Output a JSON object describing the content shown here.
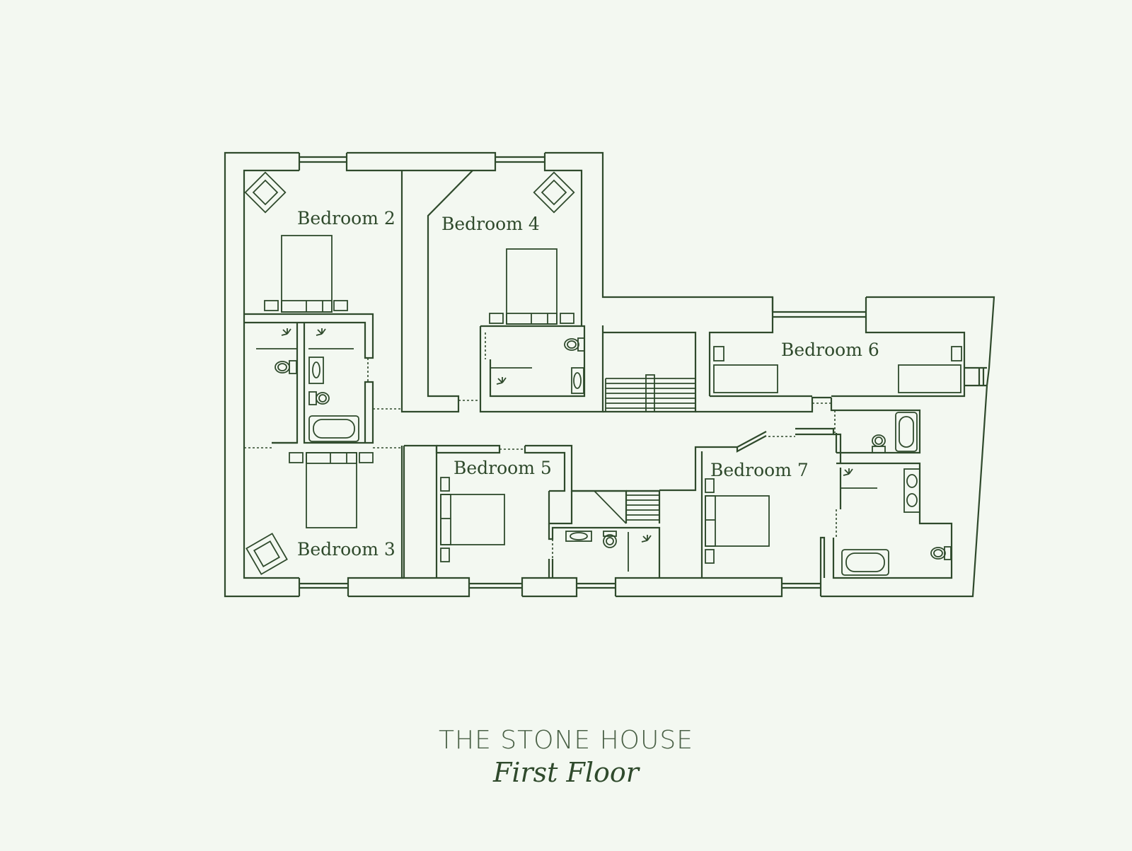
{
  "plan": {
    "rooms": {
      "bedroom_2": "Bedroom 2",
      "bedroom_3": "Bedroom 3",
      "bedroom_4": "Bedroom 4",
      "bedroom_5": "Bedroom 5",
      "bedroom_6": "Bedroom 6",
      "bedroom_7": "Bedroom 7"
    },
    "colors": {
      "background": "#f3f8f1",
      "line": "#2f4a2c"
    }
  },
  "caption": {
    "title": "THE STONE HOUSE",
    "subtitle": "First Floor"
  }
}
